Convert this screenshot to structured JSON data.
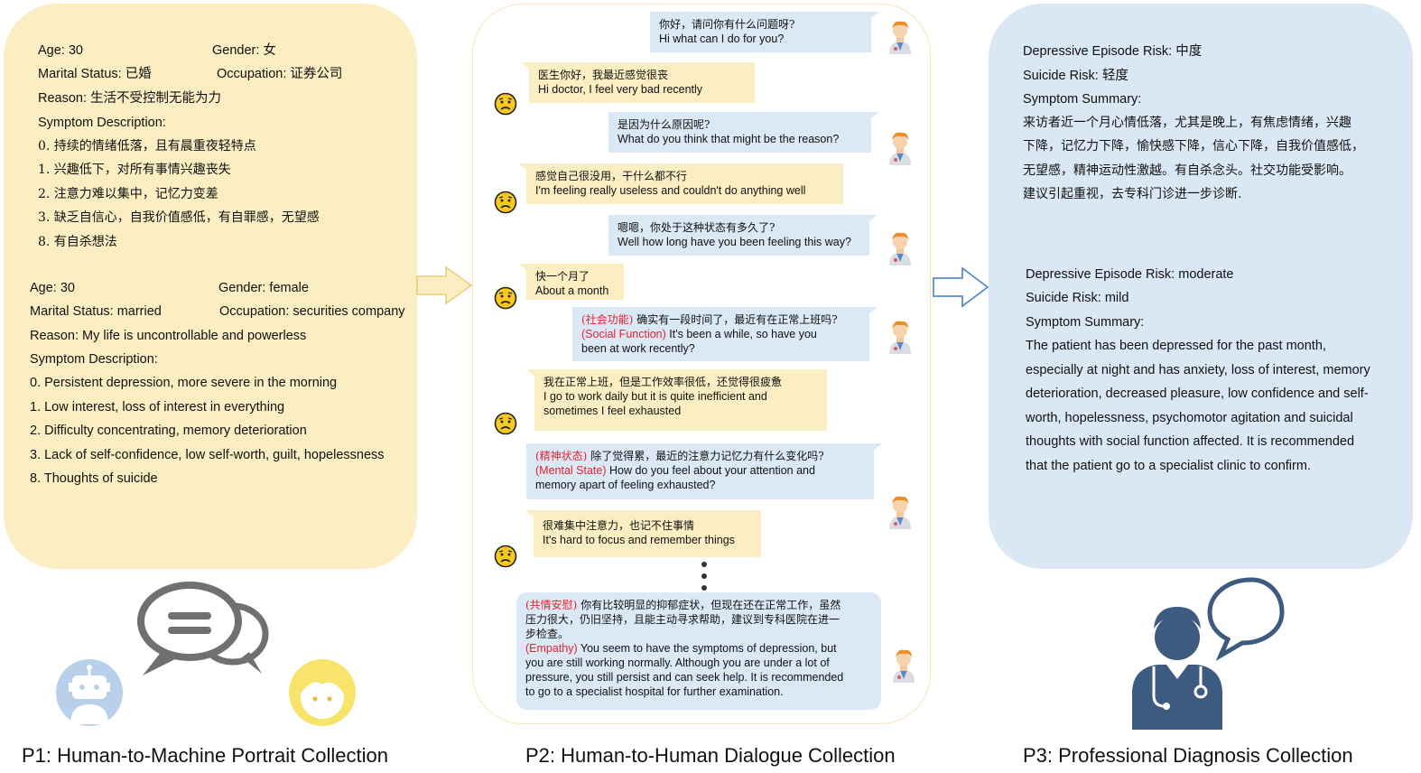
{
  "p1": {
    "zh": {
      "age": "Age: 30",
      "gender": "Gender: 女",
      "marital": "Marital Status: 已婚",
      "occupation": "Occupation: 证券公司",
      "reason": "Reason: 生活不受控制无能为力",
      "symptom_heading": "Symptom Description:",
      "symptoms": [
        "0. 持续的情绪低落，且有晨重夜轻特点",
        "1. 兴趣低下，对所有事情兴趣丧失",
        "2. 注意力难以集中，记忆力变差",
        "3. 缺乏自信心，自我价值感低，有自罪感，无望感",
        "8. 有自杀想法"
      ]
    },
    "en": {
      "age": "Age: 30",
      "gender": "Gender: female",
      "marital": "Marital Status: married",
      "occupation": "Occupation: securities company",
      "reason": "Reason: My life is uncontrollable and powerless",
      "symptom_heading": "Symptom Description:",
      "symptoms": [
        "0. Persistent depression, more severe in the morning",
        "1. Low interest, loss of interest in everything",
        "2. Difficulty concentrating, memory deterioration",
        "3. Lack of self-confidence, low self-worth, guilt, hopelessness",
        "8. Thoughts of suicide"
      ]
    }
  },
  "p2": {
    "messages": [
      {
        "role": "doctor",
        "zh": "你好，请问你有什么问题呀?",
        "en": "Hi what can I do for you?"
      },
      {
        "role": "patient",
        "zh": "医生你好，我最近感觉很丧",
        "en": "Hi doctor, I feel very bad recently"
      },
      {
        "role": "doctor",
        "zh": "是因为什么原因呢?",
        "en": "What do you think that might be the reason?"
      },
      {
        "role": "patient",
        "zh": "感觉自己很没用，干什么都不行",
        "en": "I'm feeling really useless and couldn't do anything well"
      },
      {
        "role": "doctor",
        "zh": "嗯嗯，你处于这种状态有多久了?",
        "en": "Well how long have you been feeling this way?"
      },
      {
        "role": "patient",
        "zh": "快一个月了",
        "en": "About a month"
      },
      {
        "role": "doctor",
        "zh_tag": "(社会功能)",
        "zh": "确实有一段时间了，最近有在正常上班吗?",
        "en_tag": "(Social Function)",
        "en1": "It's been a while, so have you",
        "en2": "been at work recently?"
      },
      {
        "role": "patient",
        "zh": "我在正常上班，但是工作效率很低，还觉得很疲惫",
        "en1": "I go to work daily but it is quite inefficient and",
        "en2": "sometimes I feel exhausted"
      },
      {
        "role": "doctor",
        "zh_tag": "(精神状态)",
        "zh": "除了觉得累，最近的注意力记忆力有什么变化吗?",
        "en_tag": "(Mental State)",
        "en1": "How do you feel about your attention and",
        "en2": "memory apart of feeling exhausted?"
      },
      {
        "role": "patient",
        "zh": "很难集中注意力，也记不住事情",
        "en": "It's hard to focus and remember things"
      },
      {
        "role": "doctor",
        "zh_tag": "(共情安慰)",
        "zh1": "你有比较明显的抑郁症状，但现在还在正常工作，虽然",
        "zh2": "压力很大，仍旧坚持，且能主动寻求帮助，建议到专科医院在进一",
        "zh3": "步检查。",
        "en_tag": "(Empathy)",
        "en1": "You seem to have the symptoms of depression, but",
        "en2": "you are still working normally. Although you are under a lot of",
        "en3": "pressure, you still persist and can seek help. It is recommended",
        "en4": "to go to a specialist hospital for further examination."
      }
    ]
  },
  "p3": {
    "zh": {
      "depressive_risk": "Depressive Episode Risk: 中度",
      "suicide_risk": "Suicide Risk: 轻度",
      "summary_heading": "Symptom Summary:",
      "summary_lines": [
        "来访者近一个月心情低落，尤其是晚上，有焦虑情绪，兴趣",
        "下降，记忆力下降，愉快感下降，信心下降，自我价值感低，",
        "无望感，精神运动性激越。有自杀念头。社交功能受影响。",
        "建议引起重视，去专科门诊进一步诊断."
      ]
    },
    "en": {
      "depressive_risk": "Depressive Episode Risk: moderate",
      "suicide_risk": "Suicide Risk: mild",
      "summary_heading": "Symptom Summary:",
      "summary_lines": [
        "The patient has been depressed for the past month,",
        "especially at night and has anxiety, loss of interest, memory",
        "deterioration, decreased pleasure, low confidence and self-",
        "worth, hopelessness, psychomotor agitation and suicidal",
        "thoughts with social function affected. It is recommended",
        "that the patient  go to a specialist clinic to confirm."
      ]
    }
  },
  "captions": {
    "p1": "P1: Human-to-Machine Portrait Collection",
    "p2": "P2: Human-to-Human Dialogue Collection",
    "p3": "P3: Professional Diagnosis Collection"
  },
  "colors": {
    "yellow_panel": "#fbeec2",
    "blue_panel": "#dae7f4",
    "tag_red": "#e5232e",
    "doctor_icon_blue": "#3d5a80"
  }
}
